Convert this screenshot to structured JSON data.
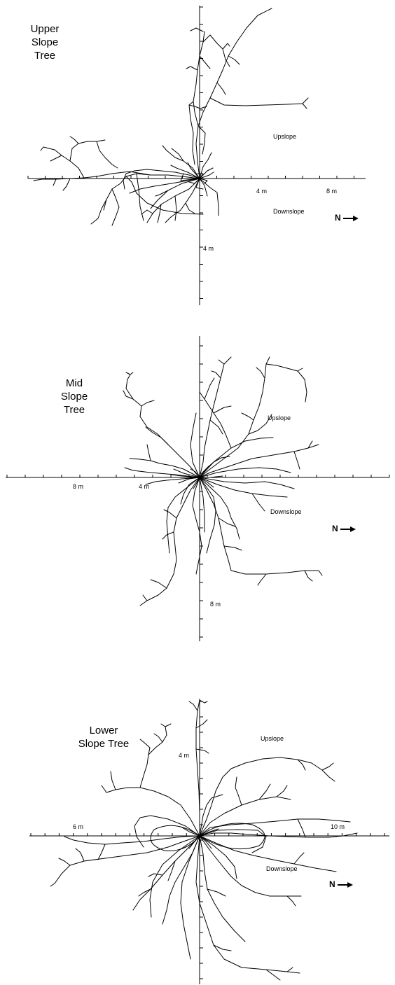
{
  "panels": [
    {
      "title_lines": [
        "Upper",
        "Slope",
        "Tree"
      ],
      "upslope": "Upslope",
      "downslope": "Downslope",
      "north": "N",
      "scale_x": [
        "4 m",
        "8 m"
      ],
      "scale_y": "4 m"
    },
    {
      "title_lines": [
        "Mid",
        "Slope",
        "Tree"
      ],
      "upslope": "Upslope",
      "downslope": "Downslope",
      "north": "N",
      "scale_x": [
        "8 m",
        "4 m"
      ],
      "scale_y": "8 m"
    },
    {
      "title_lines": [
        "Lower",
        "Slope Tree"
      ],
      "upslope": "Upslope",
      "downslope": "Downslope",
      "north": "N",
      "scale_x": [
        "6 m",
        "10 m"
      ],
      "scale_y": "4 m"
    }
  ]
}
